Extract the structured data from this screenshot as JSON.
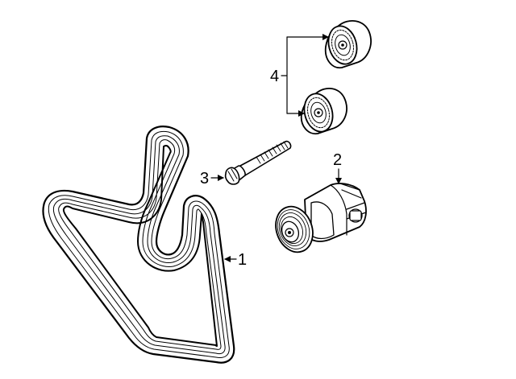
{
  "callouts": [
    {
      "id": "1",
      "label": "1"
    },
    {
      "id": "2",
      "label": "2"
    },
    {
      "id": "3",
      "label": "3"
    },
    {
      "id": "4",
      "label": "4"
    }
  ],
  "parts": [
    "serpentine-belt",
    "belt-tensioner",
    "tensioner-bolt",
    "idler-pulley-upper",
    "idler-pulley-lower"
  ]
}
